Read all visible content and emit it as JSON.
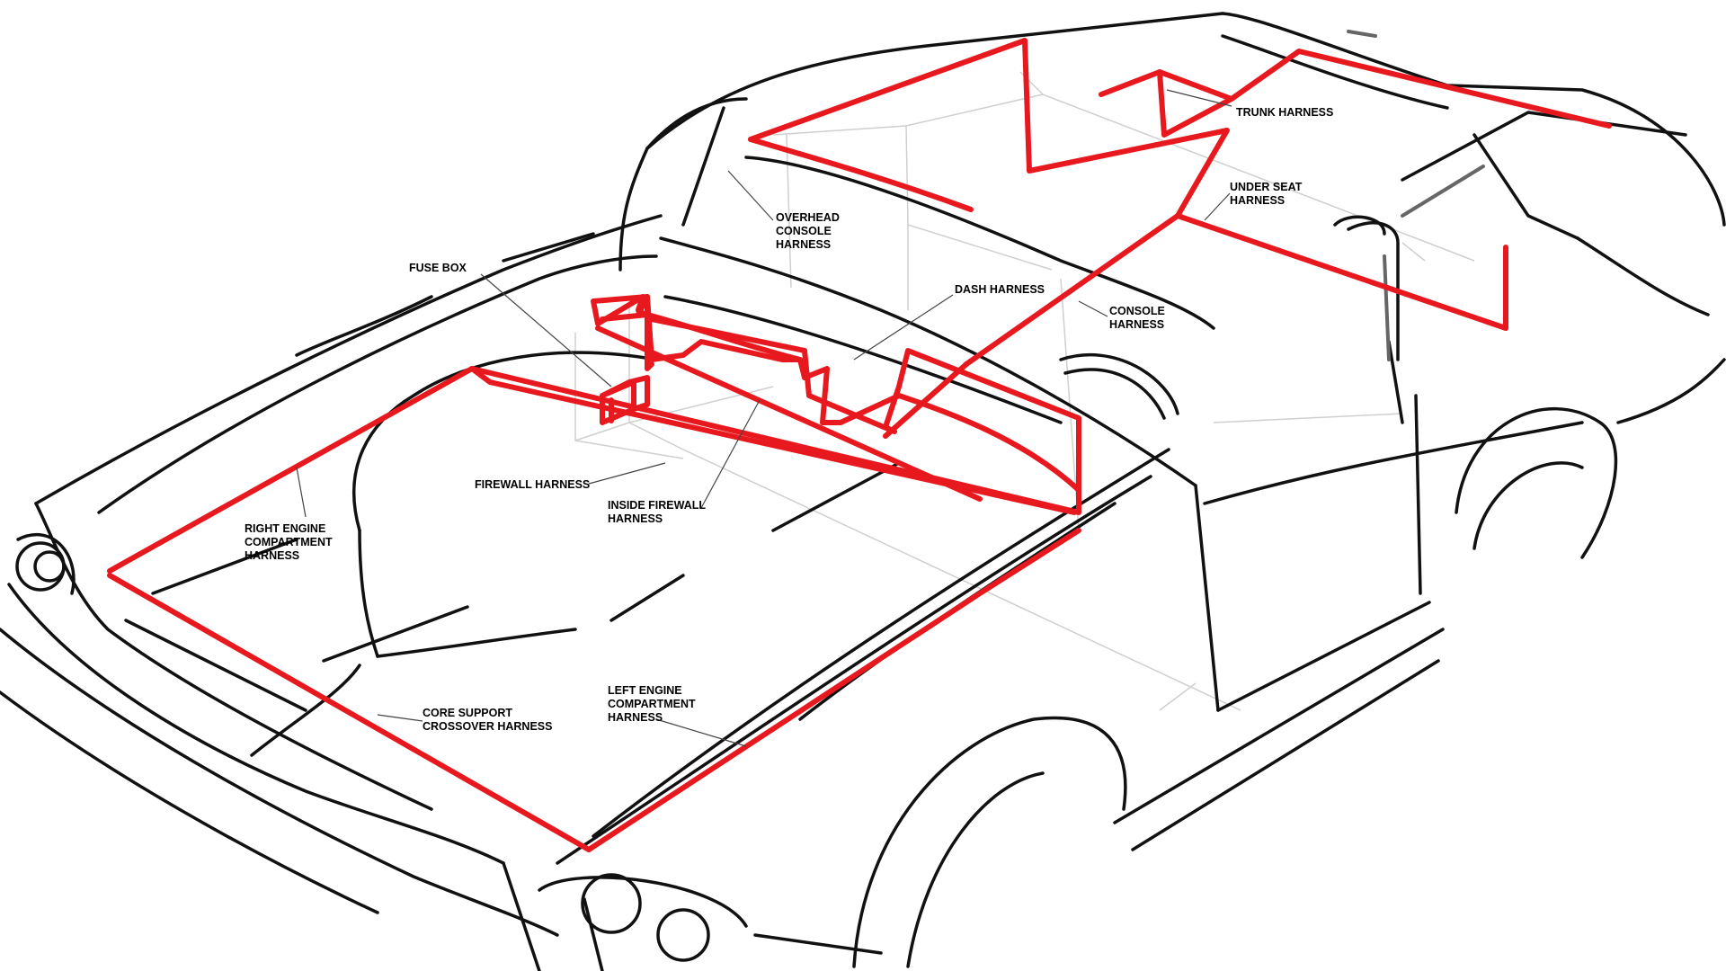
{
  "colors": {
    "car_outline": "#111111",
    "car_trim": "#333333",
    "hidden_lines": "#cfcfcf",
    "harness": "#e8191e",
    "leader": "#444444",
    "label": "#000000"
  },
  "labels": {
    "trunk_harness": [
      "TRUNK HARNESS"
    ],
    "under_seat_harness": [
      "UNDER SEAT",
      "HARNESS"
    ],
    "overhead_console_harness": [
      "OVERHEAD",
      "CONSOLE",
      "HARNESS"
    ],
    "fuse_box": [
      "FUSE BOX"
    ],
    "dash_harness": [
      "DASH HARNESS"
    ],
    "console_harness": [
      "CONSOLE",
      "HARNESS"
    ],
    "firewall_harness": [
      "FIREWALL HARNESS"
    ],
    "inside_firewall_harness": [
      "INSIDE FIREWALL",
      "HARNESS"
    ],
    "right_engine_compartment_harness": [
      "RIGHT ENGINE",
      "COMPARTMENT",
      "HARNESS"
    ],
    "core_support_crossover_harness": [
      "CORE SUPPORT",
      "CROSSOVER HARNESS"
    ],
    "left_engine_compartment_harness": [
      "LEFT ENGINE",
      "COMPARTMENT",
      "HARNESS"
    ]
  }
}
